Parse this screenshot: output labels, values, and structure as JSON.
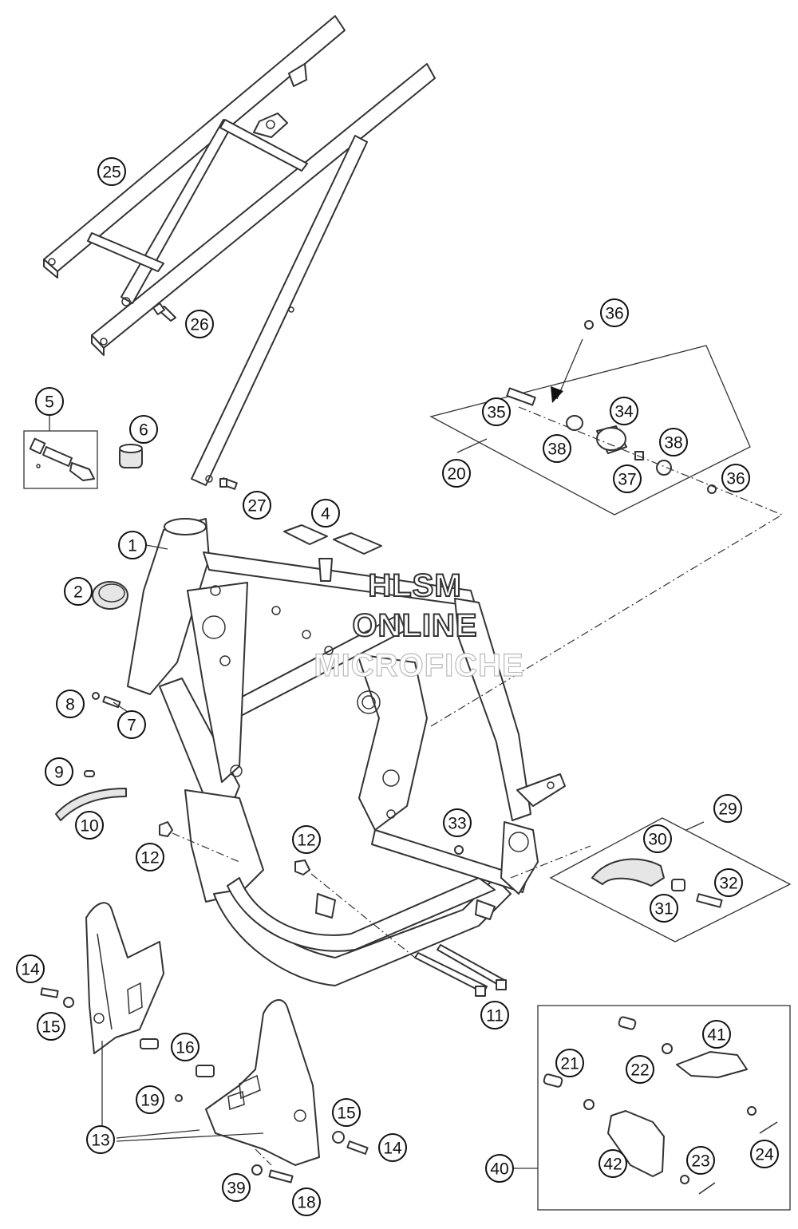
{
  "callouts": [
    {
      "label": "1"
    },
    {
      "label": "2"
    },
    {
      "label": "4"
    },
    {
      "label": "5"
    },
    {
      "label": "6"
    },
    {
      "label": "7"
    },
    {
      "label": "8"
    },
    {
      "label": "9"
    },
    {
      "label": "10"
    },
    {
      "label": "11"
    },
    {
      "label": "12"
    },
    {
      "label": "12"
    },
    {
      "label": "13"
    },
    {
      "label": "14"
    },
    {
      "label": "14"
    },
    {
      "label": "15"
    },
    {
      "label": "15"
    },
    {
      "label": "16"
    },
    {
      "label": "18"
    },
    {
      "label": "19"
    },
    {
      "label": "20"
    },
    {
      "label": "21"
    },
    {
      "label": "22"
    },
    {
      "label": "23"
    },
    {
      "label": "24"
    },
    {
      "label": "25"
    },
    {
      "label": "26"
    },
    {
      "label": "27"
    },
    {
      "label": "29"
    },
    {
      "label": "30"
    },
    {
      "label": "31"
    },
    {
      "label": "32"
    },
    {
      "label": "33"
    },
    {
      "label": "34"
    },
    {
      "label": "35"
    },
    {
      "label": "36"
    },
    {
      "label": "36"
    },
    {
      "label": "37"
    },
    {
      "label": "38"
    },
    {
      "label": "38"
    },
    {
      "label": "39"
    },
    {
      "label": "40"
    },
    {
      "label": "41"
    },
    {
      "label": "42"
    }
  ],
  "watermark": {
    "line1": "HLSM",
    "line2": "ONLINE",
    "line3": "MICROFICHE"
  }
}
